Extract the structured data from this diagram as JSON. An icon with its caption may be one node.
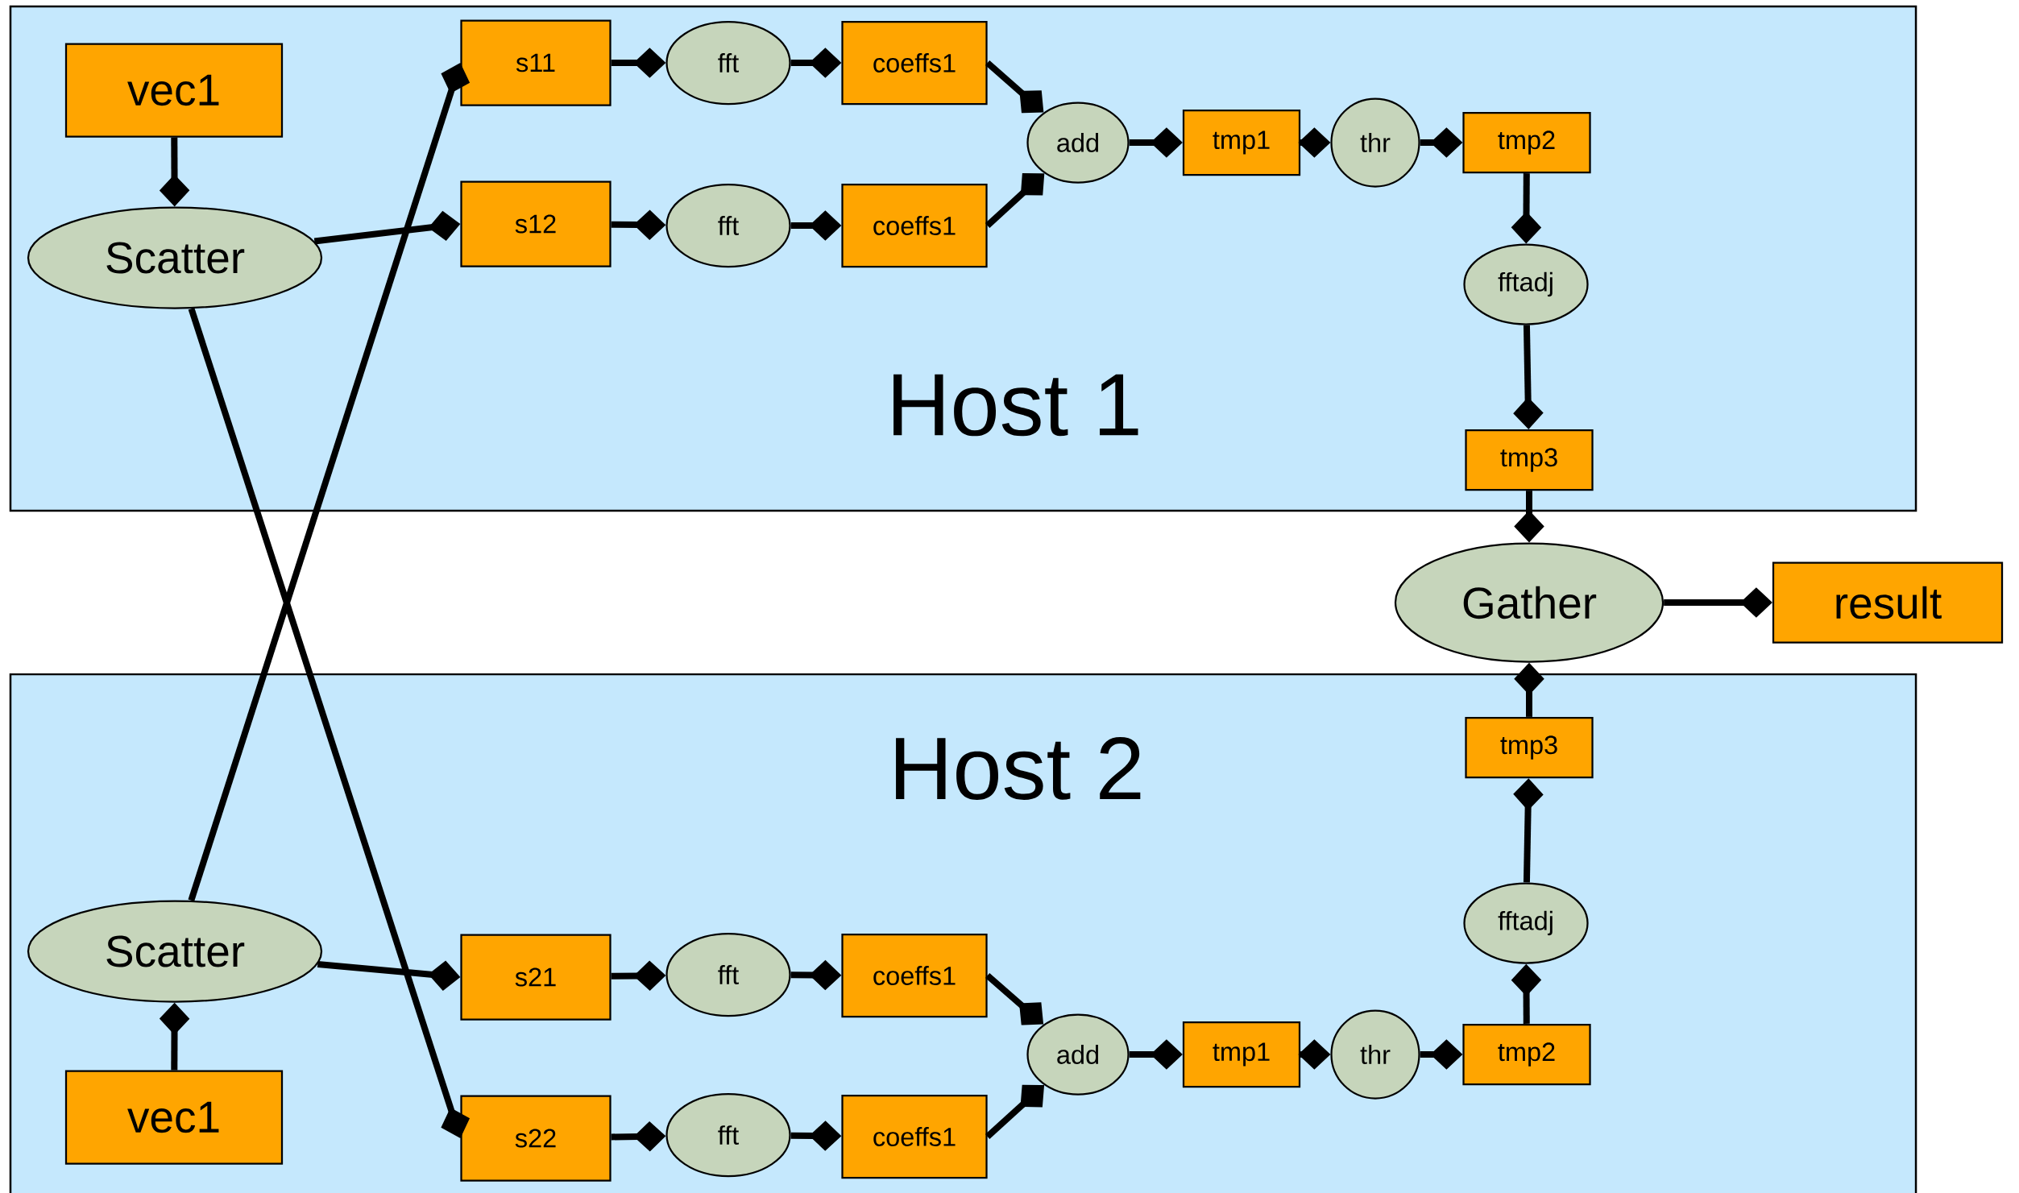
{
  "diagram": {
    "nodes": [
      {
        "text": [
          "Host 1"
        ]
      },
      {
        "text": [
          "vec1"
        ],
        "in": 0
      },
      {
        "text": [
          "Scatter"
        ],
        "in": 0
      },
      {
        "text": [
          "s11"
        ],
        "in": 0
      },
      {
        "text": [
          "fft"
        ],
        "in": 0
      },
      {
        "text": [
          "coeffs1"
        ],
        "in": 0
      },
      {
        "text": [
          "s12"
        ],
        "in": 0
      },
      {
        "text": [
          "fft"
        ],
        "in": 0
      },
      {
        "text": [
          "coeffs1"
        ],
        "in": 0
      },
      {
        "text": [
          "add"
        ],
        "in": 0
      },
      {
        "text": [
          "tmp1"
        ],
        "in": 0
      },
      {
        "text": [
          "thr"
        ],
        "in": 0
      },
      {
        "text": [
          "tmp2"
        ],
        "in": 0
      },
      {
        "text": [
          "fftadj"
        ],
        "in": 0
      },
      {
        "text": [
          "tmp3"
        ],
        "in": 0
      },
      {
        "text": [
          "Gather"
        ]
      },
      {
        "text": [
          "result"
        ]
      },
      {
        "text": [
          "Host 2"
        ]
      },
      {
        "text": [
          "tmp3"
        ],
        "in": 17
      },
      {
        "text": [
          "fftadj"
        ],
        "in": 17
      },
      {
        "text": [
          "Scatter"
        ],
        "in": 17
      },
      {
        "text": [
          "s21"
        ],
        "in": 17
      },
      {
        "text": [
          "fft"
        ],
        "in": 17
      },
      {
        "text": [
          "coeffs1"
        ],
        "in": 17
      },
      {
        "text": [
          "add"
        ],
        "in": 17
      },
      {
        "text": [
          "tmp1"
        ],
        "in": 17
      },
      {
        "text": [
          "thr"
        ],
        "in": 17
      },
      {
        "text": [
          "tmp2"
        ],
        "in": 17
      },
      {
        "text": [
          "vec1"
        ],
        "in": 17
      },
      {
        "text": [
          "s22"
        ],
        "in": 17
      },
      {
        "text": [
          "fft"
        ],
        "in": 17
      },
      {
        "text": [
          "coeffs1"
        ],
        "in": 17
      }
    ],
    "edges": [
      {
        "from": 1,
        "to": 2,
        "arrow": "other"
      },
      {
        "from": 2,
        "to": 6,
        "arrow": "other"
      },
      {
        "from": 2,
        "to": 29,
        "arrow": "other"
      },
      {
        "from": 20,
        "to": 3,
        "arrow": "other"
      },
      {
        "from": 20,
        "to": 21,
        "arrow": "other"
      },
      {
        "from": 28,
        "to": 20,
        "arrow": "other"
      },
      {
        "from": 3,
        "to": 4,
        "arrow": "other"
      },
      {
        "from": 4,
        "to": 5,
        "arrow": "other"
      },
      {
        "from": 5,
        "to": 9,
        "arrow": "other"
      },
      {
        "from": 6,
        "to": 7,
        "arrow": "other"
      },
      {
        "from": 7,
        "to": 8,
        "arrow": "other"
      },
      {
        "from": 8,
        "to": 9,
        "arrow": "other"
      },
      {
        "from": 9,
        "to": 10,
        "arrow": "other"
      },
      {
        "from": 10,
        "to": 11,
        "arrow": "other"
      },
      {
        "from": 11,
        "to": 12,
        "arrow": "other"
      },
      {
        "from": 12,
        "to": 13,
        "arrow": "other"
      },
      {
        "from": 13,
        "to": 14,
        "arrow": "other"
      },
      {
        "from": 14,
        "to": 15,
        "arrow": "other"
      },
      {
        "from": 15,
        "to": 16,
        "arrow": "other"
      },
      {
        "from": 21,
        "to": 22,
        "arrow": "other"
      },
      {
        "from": 22,
        "to": 23,
        "arrow": "other"
      },
      {
        "from": 23,
        "to": 24,
        "arrow": "other"
      },
      {
        "from": 29,
        "to": 30,
        "arrow": "other"
      },
      {
        "from": 30,
        "to": 31,
        "arrow": "other"
      },
      {
        "from": 31,
        "to": 24,
        "arrow": "other"
      },
      {
        "from": 24,
        "to": 25,
        "arrow": "other"
      },
      {
        "from": 25,
        "to": 26,
        "arrow": "other"
      },
      {
        "from": 26,
        "to": 27,
        "arrow": "other"
      },
      {
        "from": 27,
        "to": 19,
        "arrow": "other"
      },
      {
        "from": 19,
        "to": 18,
        "arrow": "other"
      },
      {
        "from": 18,
        "to": 15,
        "arrow": "other"
      }
    ]
  }
}
